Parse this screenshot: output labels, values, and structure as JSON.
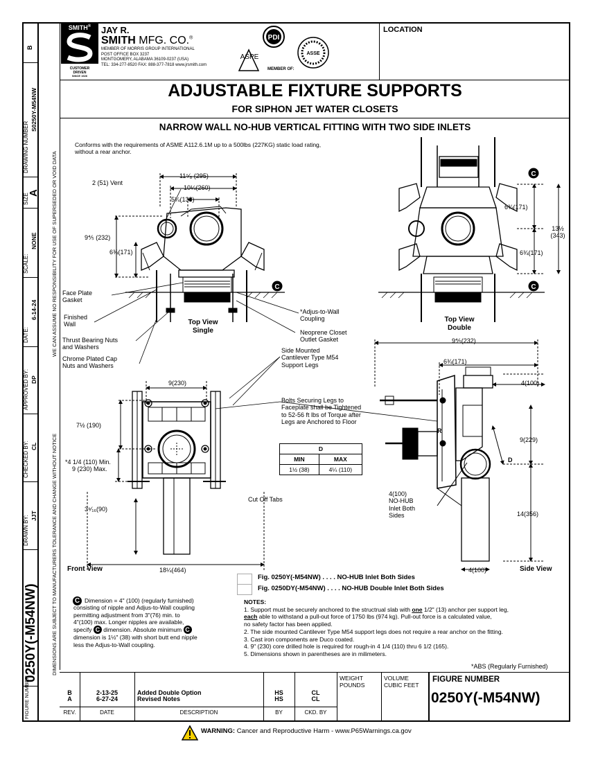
{
  "side_block": {
    "rev_letter": "B",
    "drawing_number_label": "DRAWING NUMBER",
    "drawing_number": "S0250Y-M54NW",
    "size_label": "SIZE",
    "size": "A",
    "scale_label": "SCALE:",
    "scale": "NONE",
    "date_label": "DATE:",
    "date": "6-14-24",
    "approved_label": "APPROVED BY:",
    "approved": "DP",
    "checked_label": "CHECKED BY:",
    "checked": "CL",
    "drawn_label": "DRAWN BY:",
    "drawn": "JJT",
    "figure_big": "0250Y(-M54NW)",
    "figure_label": "FIGURE NUMBER",
    "disclaimer_top": "WE CAN ASSUME NO RESPONSIBILITY FOR USE OF SUPERSEDED OR VOID DATA",
    "disclaimer_bottom": "DIMENSIONS ARE SUBJECT TO MANUFACTURERS TOLERANCE AND CHANGE WITHOUT NOTICE"
  },
  "header": {
    "logo_smith": "SMITH",
    "logo_reg": "®",
    "company_line1": "JAY R.",
    "company_line2": "SMITH",
    "company_line2b": "MFG. CO.",
    "address": [
      "MEMBER OF MORRIS GROUP INTERNATIONAL",
      "POST OFFICE BOX 3237",
      "MONTGOMERY, ALABAMA 36109-0237 (USA)",
      "TEL: 334-277-8520   FAX: 888-377-7818   www.jrsmith.com"
    ],
    "customer_driven": [
      "CUSTOMER",
      "DRIVEN",
      "SINCE 1926"
    ],
    "member_of": "MEMBER OF:",
    "aspe": "ASPE",
    "pdi": "PDI",
    "asse": "ASSE",
    "location_label": "LOCATION"
  },
  "title": {
    "main": "ADJUSTABLE FIXTURE SUPPORTS",
    "sub": "FOR SIPHON JET WATER CLOSETS",
    "section": "NARROW WALL NO-HUB VERTICAL FITTING WITH TWO SIDE INLETS"
  },
  "conformance": [
    "Conforms with the requirements of ASME A112.6.1M up to a 500lbs (227KG) static load rating,",
    "without a rear anchor."
  ],
  "top_single": {
    "vent": "2 (51) Vent",
    "d1": "11⁵⁄₈ (295)",
    "d2": "10¼(260)",
    "d3": "5¼(133)",
    "d4": "9⅘ (232)",
    "d5": "6¾(171)",
    "label1": "Top View",
    "label2": "Single"
  },
  "top_double": {
    "d1": "6¾(171)",
    "d2": "13½",
    "d2b": "(343)",
    "d3": "6¾(171)",
    "label1": "Top View",
    "label2": "Double"
  },
  "callouts": {
    "face_plate": [
      "Face Plate",
      "Gasket"
    ],
    "finished_wall": [
      "Finished",
      "Wall"
    ],
    "thrust": [
      "Thrust Bearing Nuts",
      "and Washers"
    ],
    "chrome": [
      "Chrome Plated Cap",
      "Nuts and Washers"
    ],
    "adjus": [
      "*Adjus-to-Wall",
      "Coupling"
    ],
    "neoprene": [
      "Neoprene Closet",
      "Outlet Gasket"
    ],
    "side_mounted": [
      "Side Mounted",
      "Cantilever Type M54",
      "Support Legs"
    ],
    "bolts": [
      "Bolts Securing Legs to",
      "Faceplate shall be Tightened",
      "to 52-56 ft lbs of Torque after",
      "Legs are Anchored to Floor"
    ],
    "cut_off": "Cut Off Tabs",
    "c_marker": "C"
  },
  "front_view": {
    "d1": "9(230)",
    "d2": "7½ (190)",
    "d3": "*4 1/4 (110) Min.",
    "d3b": "9 (230) Max.",
    "d4": "3⁹⁄₁₆(90)",
    "d5": "18¼(464)",
    "label": "Front View"
  },
  "d_table": {
    "header": "D",
    "col1": "MIN",
    "col2": "MAX",
    "v1": "1½ (38)",
    "v2": "4¼ (110)"
  },
  "side_view": {
    "d1": "9⅘(232)",
    "d2": "6¾(171)",
    "d3": "4(100)",
    "d4": "9(229)",
    "d5": "D",
    "d6": "4(100)",
    "d6b": "NO-HUB",
    "d6c": "Inlet Both",
    "d6d": "Sides",
    "d7": "14(356)",
    "d8": "4(100)",
    "label": "Side View",
    "r_label": "R"
  },
  "figures": [
    "Fig. 0250Y(-M54NW) . . . . NO-HUB Inlet Both Sides",
    "Fig. 0250DY(-M54NW) . . . . NO-HUB Double Inlet Both Sides"
  ],
  "c_note": [
    "Dimension = 4\" (100) (regularly furnished)",
    "consisting of nipple and Adjus-to-Wall coupling",
    "permitting adjustment from 3\"(76) min. to",
    "4\"(100) max. Longer nipples are available,",
    "specify",
    "dimension. Absolute minimum",
    "dimension is 1½\" (38) with short butt end nipple",
    "less the Adjus-to-Wall coupling."
  ],
  "notes": {
    "title": "NOTES:",
    "n1a": "1. Support must be securely anchored to the structrual slab with ",
    "n1b": "one",
    "n1c": " 1/2\" (13) anchor per support leg,",
    "n1d": "each",
    "n1e": " able to withstand a pull-out force of 1750 lbs (974 kg). Pull-out force is a calculated value,",
    "n1f": "no safety factor has been applied.",
    "n2": "2. The side mounted Cantilever Type M54 support legs does not require a rear anchor on the fitting.",
    "n3": "3. Cast iron components are Duco coated.",
    "n4": "4. 9\" (230) core drilled hole is required for rough-in 4 1/4 (110) thru 6 1/2 (165).",
    "n5": "5. Dimensions shown in parentheses are in milimeters.",
    "abs": "*ABS (Regularly Furnished)"
  },
  "rev_table": {
    "rows": [
      {
        "rev": "B",
        "date": "2-13-25",
        "desc": "Added Double Option",
        "by": "HS",
        "ckd": "CL"
      },
      {
        "rev": "A",
        "date": "6-27-24",
        "desc": "Revised Notes",
        "by": "HS",
        "ckd": "CL"
      }
    ],
    "h_rev": "REV.",
    "h_date": "DATE",
    "h_desc": "DESCRIPTION",
    "h_by": "BY",
    "h_ckd": "CKD. BY",
    "weight1": "WEIGHT",
    "weight2": "POUNDS",
    "vol1": "VOLUME",
    "vol2": "CUBIC FEET",
    "fig_label": "FIGURE NUMBER",
    "fig_value": "0250Y(-M54NW)"
  },
  "warning": {
    "bold": "WARNING:",
    "text": " Cancer and Reproductive Harm - www.P65Warnings.ca.gov"
  }
}
